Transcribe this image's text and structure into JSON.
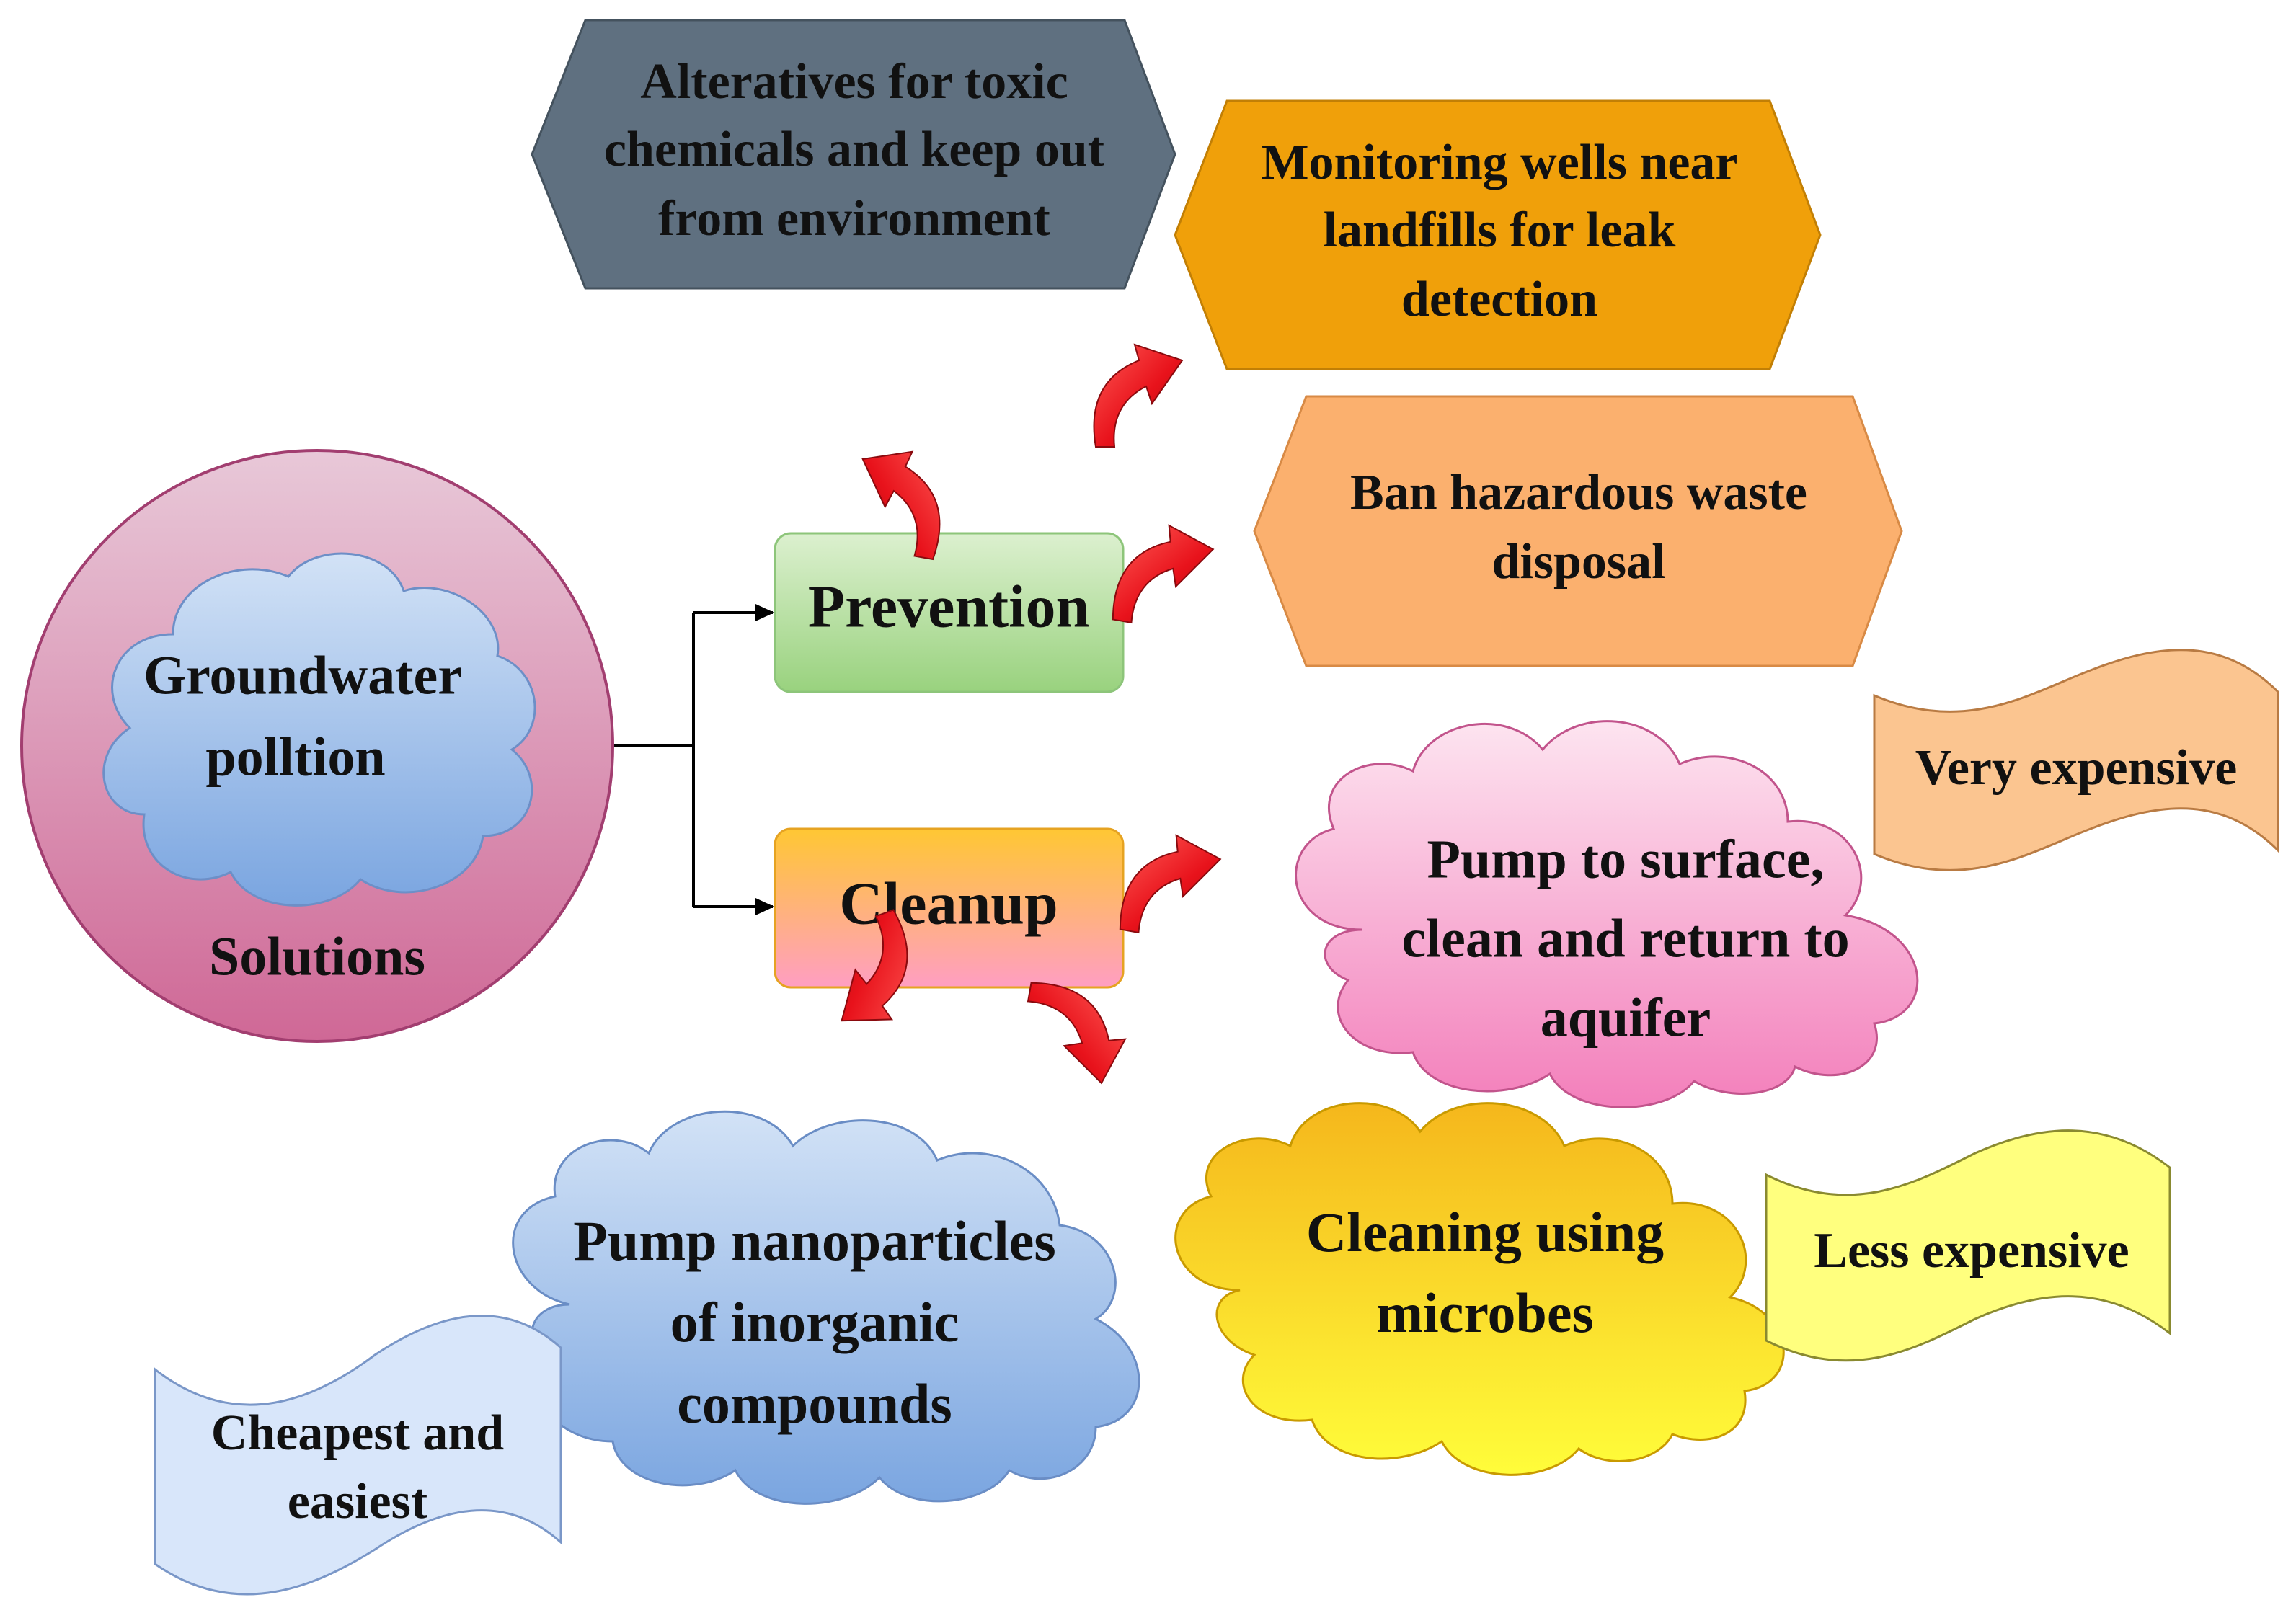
{
  "center": {
    "title_lines": [
      "Groundwater",
      "polltion"
    ],
    "subtitle": "Solutions"
  },
  "prevention": {
    "label": "Prevention",
    "items": [
      {
        "lines": [
          "Alteratives for toxic",
          "chemicals and keep out",
          "from environment"
        ]
      },
      {
        "lines": [
          "Monitoring wells near",
          "landfills for leak",
          "detection"
        ]
      },
      {
        "lines": [
          "Ban hazardous waste",
          "disposal"
        ]
      }
    ]
  },
  "cleanup": {
    "label": "Cleanup",
    "items": [
      {
        "lines": [
          "Pump to surface,",
          "clean and return to",
          "aquifer"
        ],
        "cost": "Very expensive"
      },
      {
        "lines": [
          "Cleaning using",
          "microbes"
        ],
        "cost": "Less expensive"
      },
      {
        "lines": [
          "Pump nanoparticles",
          "of inorganic",
          "compounds"
        ],
        "cost_lines": [
          "Cheapest and",
          "easiest"
        ]
      }
    ]
  },
  "colors": {
    "arrow": "#e8121b",
    "connector": "#000000",
    "hex_dark": "#5f7080",
    "hex_orange": "#f0a00a",
    "hex_peach": "#fbb06e",
    "prevention_box": "#b5e0a0",
    "cleanup_box": "#fcb540"
  }
}
